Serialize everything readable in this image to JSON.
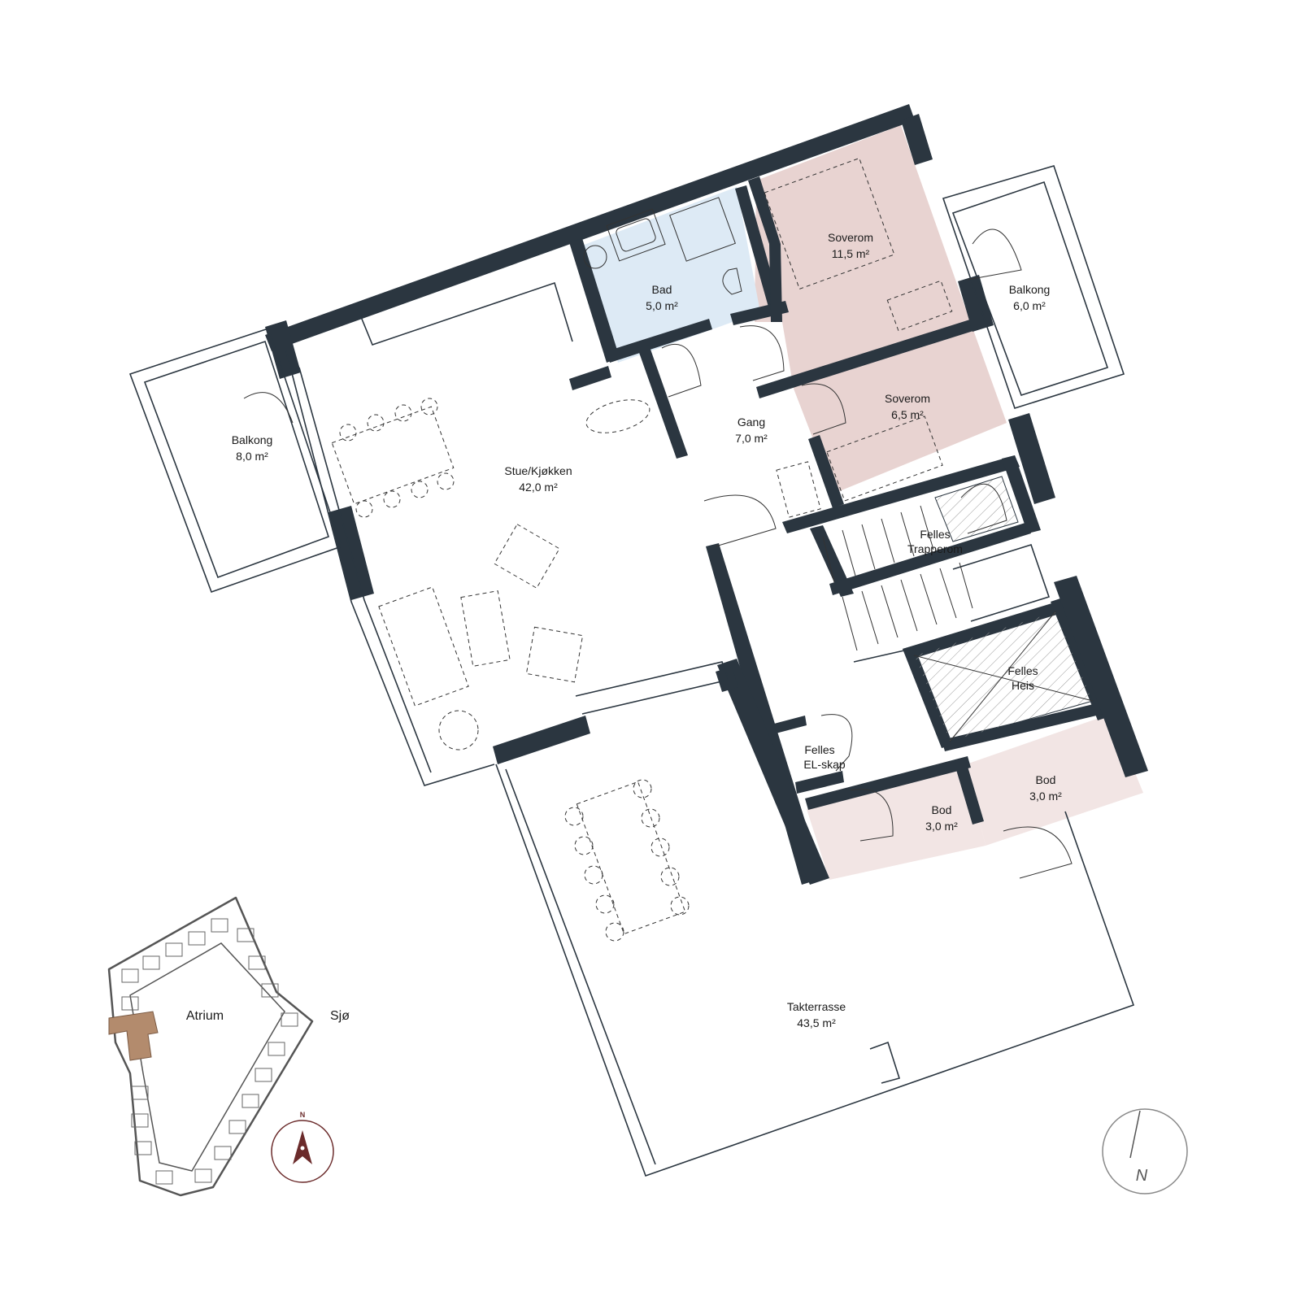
{
  "rooms": {
    "soverom1": {
      "name": "Soverom",
      "area": "11,5 m²"
    },
    "soverom2": {
      "name": "Soverom",
      "area": "6,5 m²"
    },
    "balkong_east": {
      "name": "Balkong",
      "area": "6,0 m²"
    },
    "bad": {
      "name": "Bad",
      "area": "5,0 m²"
    },
    "balkong_west": {
      "name": "Balkong",
      "area": "8,0 m²"
    },
    "stue": {
      "name": "Stue/Kjøkken",
      "area": "42,0 m²"
    },
    "gang": {
      "name": "Gang",
      "area": "7,0 m²"
    },
    "trapperom": {
      "name": "Felles",
      "name2": "Trapperom"
    },
    "heis": {
      "name": "Felles",
      "name2": "Heis"
    },
    "elskap": {
      "name": "Felles",
      "name2": "EL-skap"
    },
    "bod1": {
      "name": "Bod",
      "area": "3,0 m²"
    },
    "bod2": {
      "name": "Bod",
      "area": "3,0 m²"
    },
    "takterrasse": {
      "name": "Takterrasse",
      "area": "43,5 m²"
    }
  },
  "keymap": {
    "atrium": "Atrium",
    "sea": "Sjø",
    "north": "N"
  },
  "compass": {
    "north": "N"
  },
  "colors": {
    "wall": "#2b3640",
    "bedroom": "#e8d3d1",
    "bathroom": "#ddeaf5",
    "storage": "#f2e5e4",
    "unit_highlight": "#b38b6d",
    "keymap_compass": "#6b2b2b"
  }
}
